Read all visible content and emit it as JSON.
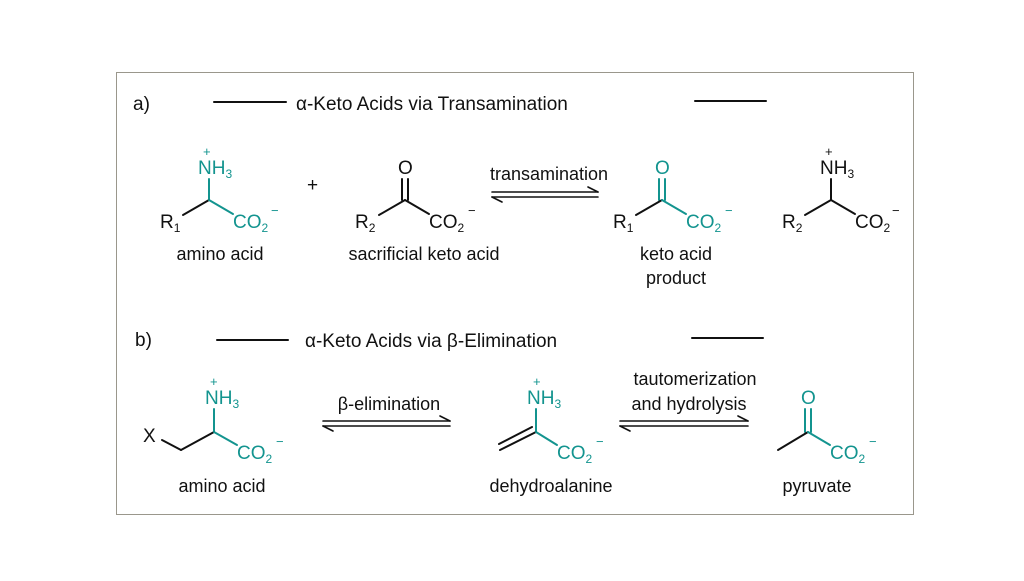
{
  "colors": {
    "highlight": "#13948f",
    "text": "#111111",
    "frame": "#9a978c"
  },
  "panel_a": {
    "label": "a)",
    "title": "α-Keto Acids via Transamination",
    "arrow_label": "transamination",
    "plus": "+",
    "amino_acid": {
      "caption": "amino acid",
      "r_group": "R",
      "r_sub": "1",
      "amine": "NH",
      "amine_sub": "3",
      "charge_plus": "+",
      "carboxylate": "CO",
      "carb_sub": "2",
      "charge_minus": "−"
    },
    "keto_acid": {
      "caption": "sacrificial keto acid",
      "r_group": "R",
      "r_sub": "2",
      "oxygen": "O",
      "carboxylate": "CO",
      "carb_sub": "2",
      "charge_minus": "−"
    },
    "product": {
      "caption_line1": "keto acid",
      "caption_line2": "product",
      "r_group": "R",
      "r_sub": "1",
      "oxygen": "O",
      "carboxylate": "CO",
      "carb_sub": "2",
      "charge_minus": "−"
    },
    "byproduct": {
      "r_group": "R",
      "r_sub": "2",
      "amine": "NH",
      "amine_sub": "3",
      "charge_plus": "+",
      "carboxylate": "CO",
      "carb_sub": "2",
      "charge_minus": "−"
    }
  },
  "panel_b": {
    "label": "b)",
    "title": "α-Keto Acids via β-Elimination",
    "arrow1_label": "β-elimination",
    "arrow2_label_line1": "tautomerization",
    "arrow2_label_line2": "and hydrolysis",
    "amino_acid": {
      "caption": "amino acid",
      "leaving_group": "X",
      "amine": "NH",
      "amine_sub": "3",
      "charge_plus": "+",
      "carboxylate": "CO",
      "carb_sub": "2",
      "charge_minus": "−"
    },
    "dehydroalanine": {
      "caption": "dehydroalanine",
      "amine": "NH",
      "amine_sub": "3",
      "charge_plus": "+",
      "carboxylate": "CO",
      "carb_sub": "2",
      "charge_minus": "−"
    },
    "pyruvate": {
      "caption": "pyruvate",
      "oxygen": "O",
      "carboxylate": "CO",
      "carb_sub": "2",
      "charge_minus": "−"
    }
  }
}
